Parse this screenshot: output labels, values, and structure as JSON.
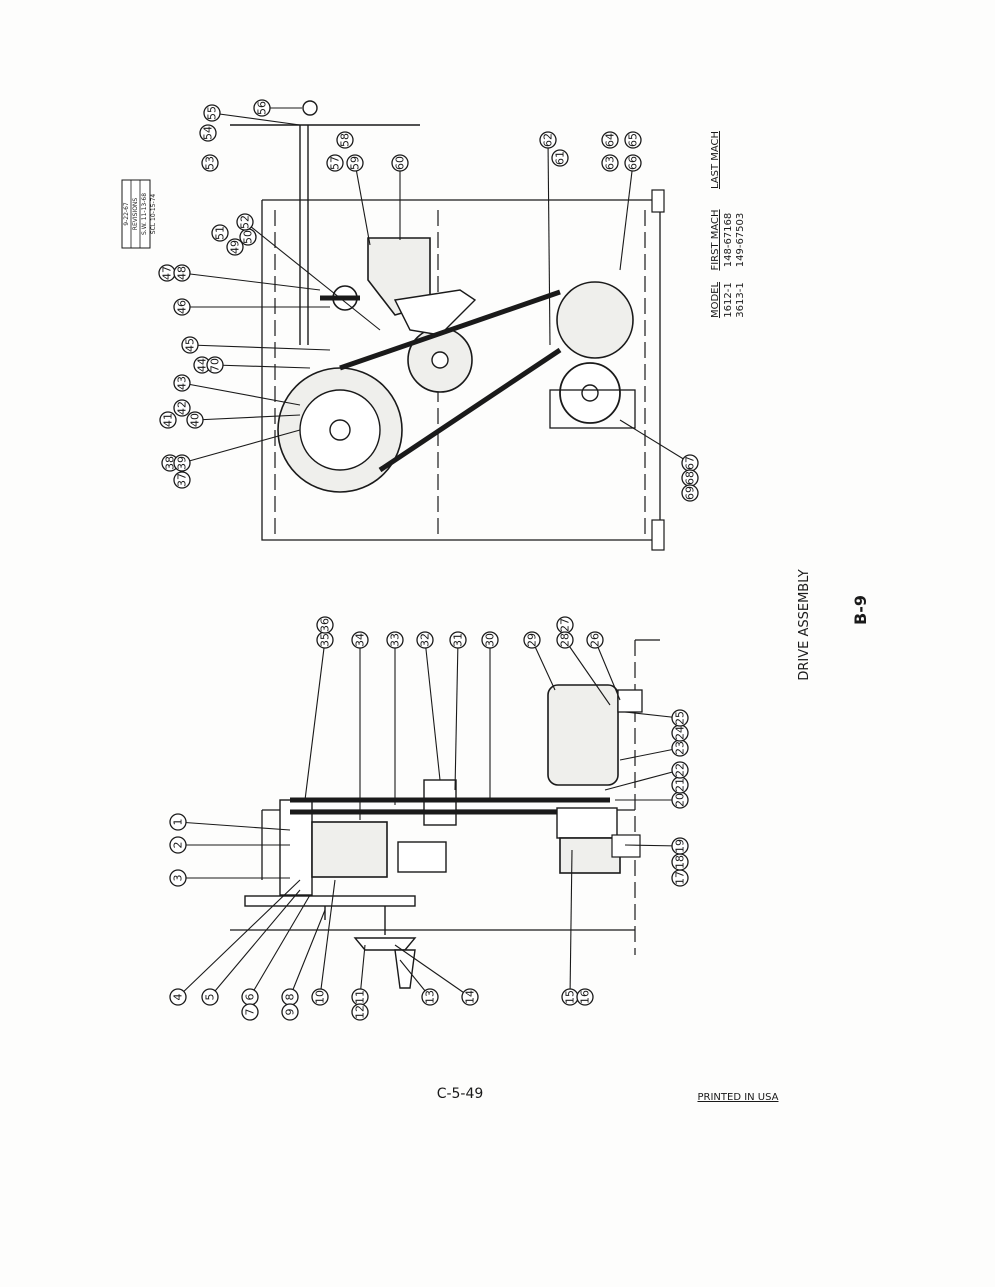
{
  "drawing": {
    "title": "DRIVE ASSEMBLY",
    "page_id": "B-9",
    "doc_number": "C-5-49",
    "printed": "PRINTED IN USA"
  },
  "revisions": {
    "date": "9-22-67",
    "header": "REVISIONS",
    "rows": [
      "S.W. 11-13-68",
      "SCL 10-15-74"
    ]
  },
  "model_table": {
    "headers": [
      "MODEL",
      "FIRST MACH",
      "LAST MACH"
    ],
    "rows": [
      [
        "1612-1",
        "148-67168",
        ""
      ],
      [
        "3613-1",
        "149-67503",
        ""
      ]
    ]
  },
  "callouts": [
    {
      "label": "1"
    },
    {
      "label": "2"
    },
    {
      "label": "3"
    },
    {
      "label": "4"
    },
    {
      "label": "5"
    },
    {
      "label": "6"
    },
    {
      "label": "7"
    },
    {
      "label": "8"
    },
    {
      "label": "9"
    },
    {
      "label": "10"
    },
    {
      "label": "11"
    },
    {
      "label": "12"
    },
    {
      "label": "13"
    },
    {
      "label": "14"
    },
    {
      "label": "15"
    },
    {
      "label": "16"
    },
    {
      "label": "17"
    },
    {
      "label": "18"
    },
    {
      "label": "19"
    },
    {
      "label": "20"
    },
    {
      "label": "21"
    },
    {
      "label": "22"
    },
    {
      "label": "23"
    },
    {
      "label": "24"
    },
    {
      "label": "25"
    },
    {
      "label": "26"
    },
    {
      "label": "27"
    },
    {
      "label": "28"
    },
    {
      "label": "29"
    },
    {
      "label": "30"
    },
    {
      "label": "31"
    },
    {
      "label": "32"
    },
    {
      "label": "33"
    },
    {
      "label": "34"
    },
    {
      "label": "35"
    },
    {
      "label": "36"
    },
    {
      "label": "37"
    },
    {
      "label": "38"
    },
    {
      "label": "39"
    },
    {
      "label": "40"
    },
    {
      "label": "41"
    },
    {
      "label": "42"
    },
    {
      "label": "43"
    },
    {
      "label": "44"
    },
    {
      "label": "45"
    },
    {
      "label": "46"
    },
    {
      "label": "47"
    },
    {
      "label": "48"
    },
    {
      "label": "49"
    },
    {
      "label": "50"
    },
    {
      "label": "51"
    },
    {
      "label": "52"
    },
    {
      "label": "53"
    },
    {
      "label": "54"
    },
    {
      "label": "55"
    },
    {
      "label": "56"
    },
    {
      "label": "57"
    },
    {
      "label": "58"
    },
    {
      "label": "59"
    },
    {
      "label": "60"
    },
    {
      "label": "61"
    },
    {
      "label": "62"
    },
    {
      "label": "63"
    },
    {
      "label": "64"
    },
    {
      "label": "65"
    },
    {
      "label": "66"
    },
    {
      "label": "67"
    },
    {
      "label": "68"
    },
    {
      "label": "69"
    },
    {
      "label": "70"
    }
  ]
}
